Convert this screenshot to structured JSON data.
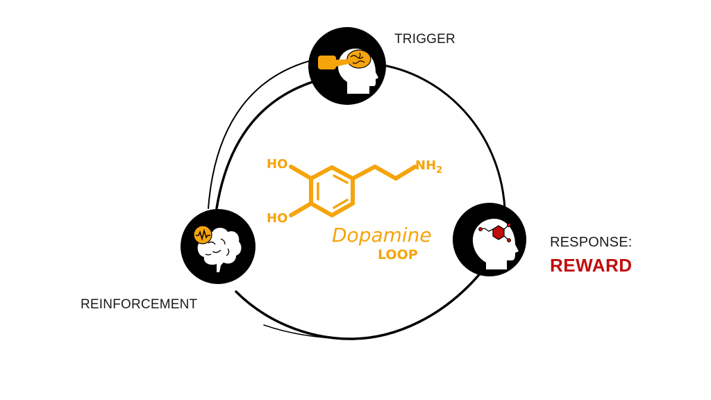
{
  "diagram": {
    "title": "Dopamine LOOP",
    "center": {
      "molecule": {
        "name": "dopamine",
        "groups": [
          "HO",
          "HO",
          "NH2"
        ],
        "nh_label": "NH",
        "subscript": "2",
        "ho_top": "HO",
        "ho_bottom": "HO"
      },
      "title_line1": "Dopamine",
      "title_line2": "LOOP"
    },
    "nodes": [
      {
        "id": "trigger",
        "label": "TRIGGER",
        "icon": "head-finger-brain-icon"
      },
      {
        "id": "response",
        "label": "RESPONSE:",
        "sublabel": "REWARD",
        "icon": "head-molecule-icon"
      },
      {
        "id": "reinforcement",
        "label": "REINFORCEMENT",
        "icon": "brain-pulse-icon"
      }
    ],
    "colors": {
      "accent": "#f5a40c",
      "reward": "#c00d0d",
      "node_fill": "#000000",
      "icon_fill": "#ffffff",
      "text": "#1a1a1a"
    }
  }
}
